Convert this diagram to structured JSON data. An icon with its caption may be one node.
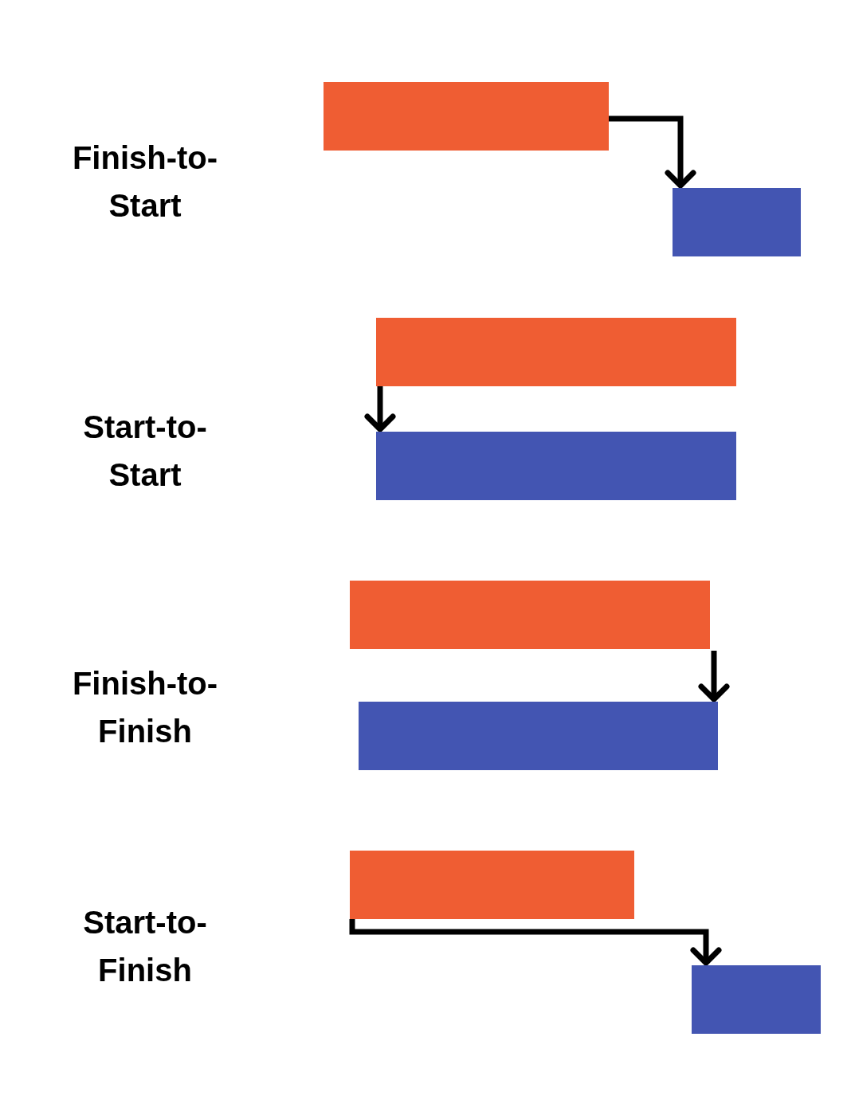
{
  "diagram": {
    "nodes": [
      {
        "text": [],
        "shape": "bar"
      },
      {
        "text": [],
        "shape": "bar"
      },
      {
        "text": [],
        "shape": "bar"
      },
      {
        "text": [],
        "shape": "bar"
      },
      {
        "text": [],
        "shape": "bar"
      },
      {
        "text": [],
        "shape": "bar"
      },
      {
        "text": [],
        "shape": "bar"
      },
      {
        "text": [],
        "shape": "bar"
      }
    ],
    "edges": [
      {
        "from": 0,
        "to": 1,
        "arrow": "to"
      },
      {
        "from": 2,
        "to": 3,
        "arrow": "to"
      },
      {
        "from": 4,
        "to": 5,
        "arrow": "to"
      },
      {
        "from": 6,
        "to": 7,
        "arrow": "to"
      }
    ],
    "labels": [
      "Finish-to- Start",
      "Start-to- Start",
      "Finish-to- Finish",
      "Start-to- Finish"
    ]
  }
}
